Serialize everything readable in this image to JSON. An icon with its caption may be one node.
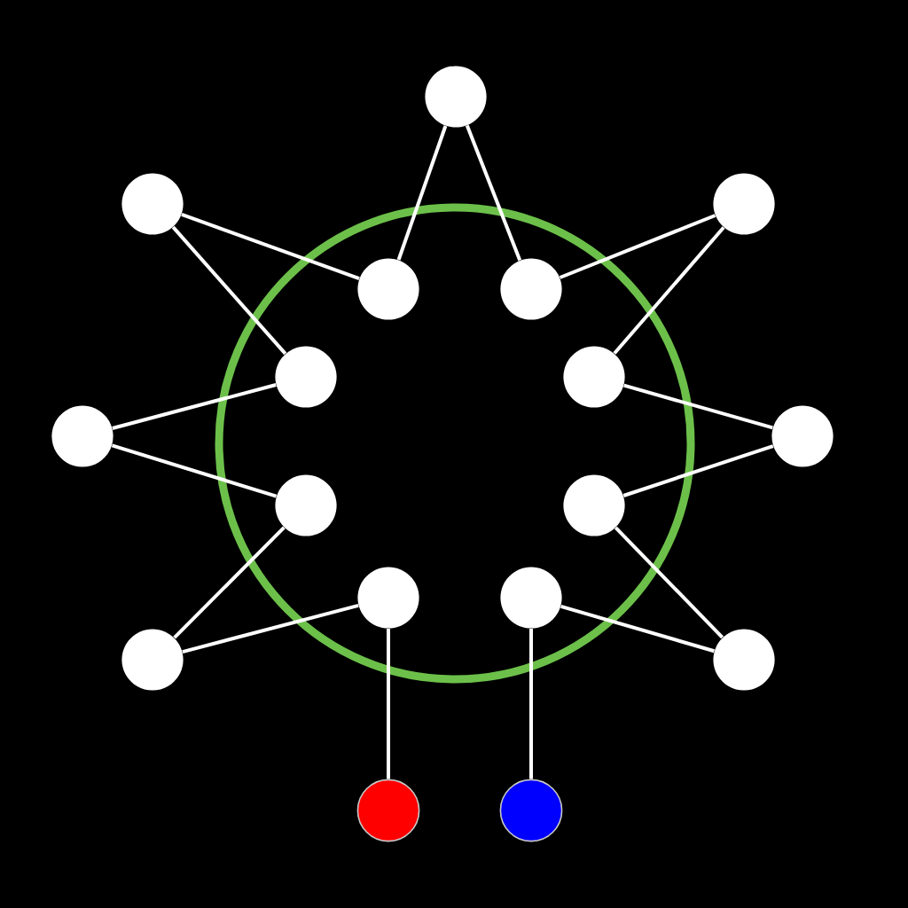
{
  "diagram": {
    "nodes": [
      {
        "text": [],
        "shape": "circle"
      },
      {
        "text": [],
        "shape": "circle"
      },
      {
        "text": [],
        "shape": "circle"
      },
      {
        "text": [],
        "shape": "circle"
      },
      {
        "text": [],
        "shape": "circle",
        "in": 0
      },
      {
        "text": [],
        "shape": "circle",
        "in": 0
      },
      {
        "text": [],
        "shape": "circle",
        "in": 0
      },
      {
        "text": [],
        "shape": "circle",
        "in": 0
      },
      {
        "text": [],
        "shape": "circle"
      },
      {
        "text": [],
        "shape": "circle"
      },
      {
        "text": [],
        "shape": "circle",
        "in": 0
      },
      {
        "text": [],
        "shape": "circle",
        "in": 0
      },
      {
        "text": [],
        "shape": "circle",
        "in": 0
      },
      {
        "text": [],
        "shape": "circle",
        "in": 0
      },
      {
        "text": [],
        "shape": "circle"
      },
      {
        "text": [],
        "shape": "circle"
      },
      {
        "text": [],
        "shape": "circle"
      },
      {
        "text": [],
        "shape": "circle"
      }
    ],
    "edges": [
      {
        "from": 1,
        "to": 4,
        "arrow": "none"
      },
      {
        "from": 1,
        "to": 5,
        "arrow": "none"
      },
      {
        "from": 2,
        "to": 4,
        "arrow": "none"
      },
      {
        "from": 2,
        "to": 6,
        "arrow": "none"
      },
      {
        "from": 3,
        "to": 5,
        "arrow": "none"
      },
      {
        "from": 3,
        "to": 7,
        "arrow": "none"
      },
      {
        "from": 8,
        "to": 6,
        "arrow": "none"
      },
      {
        "from": 8,
        "to": 10,
        "arrow": "none"
      },
      {
        "from": 9,
        "to": 7,
        "arrow": "none"
      },
      {
        "from": 9,
        "to": 11,
        "arrow": "none"
      },
      {
        "from": 14,
        "to": 10,
        "arrow": "none"
      },
      {
        "from": 14,
        "to": 12,
        "arrow": "none"
      },
      {
        "from": 15,
        "to": 11,
        "arrow": "none"
      },
      {
        "from": 15,
        "to": 13,
        "arrow": "none"
      },
      {
        "from": 12,
        "to": 16,
        "arrow": "none"
      },
      {
        "from": 13,
        "to": 17,
        "arrow": "none"
      }
    ]
  }
}
